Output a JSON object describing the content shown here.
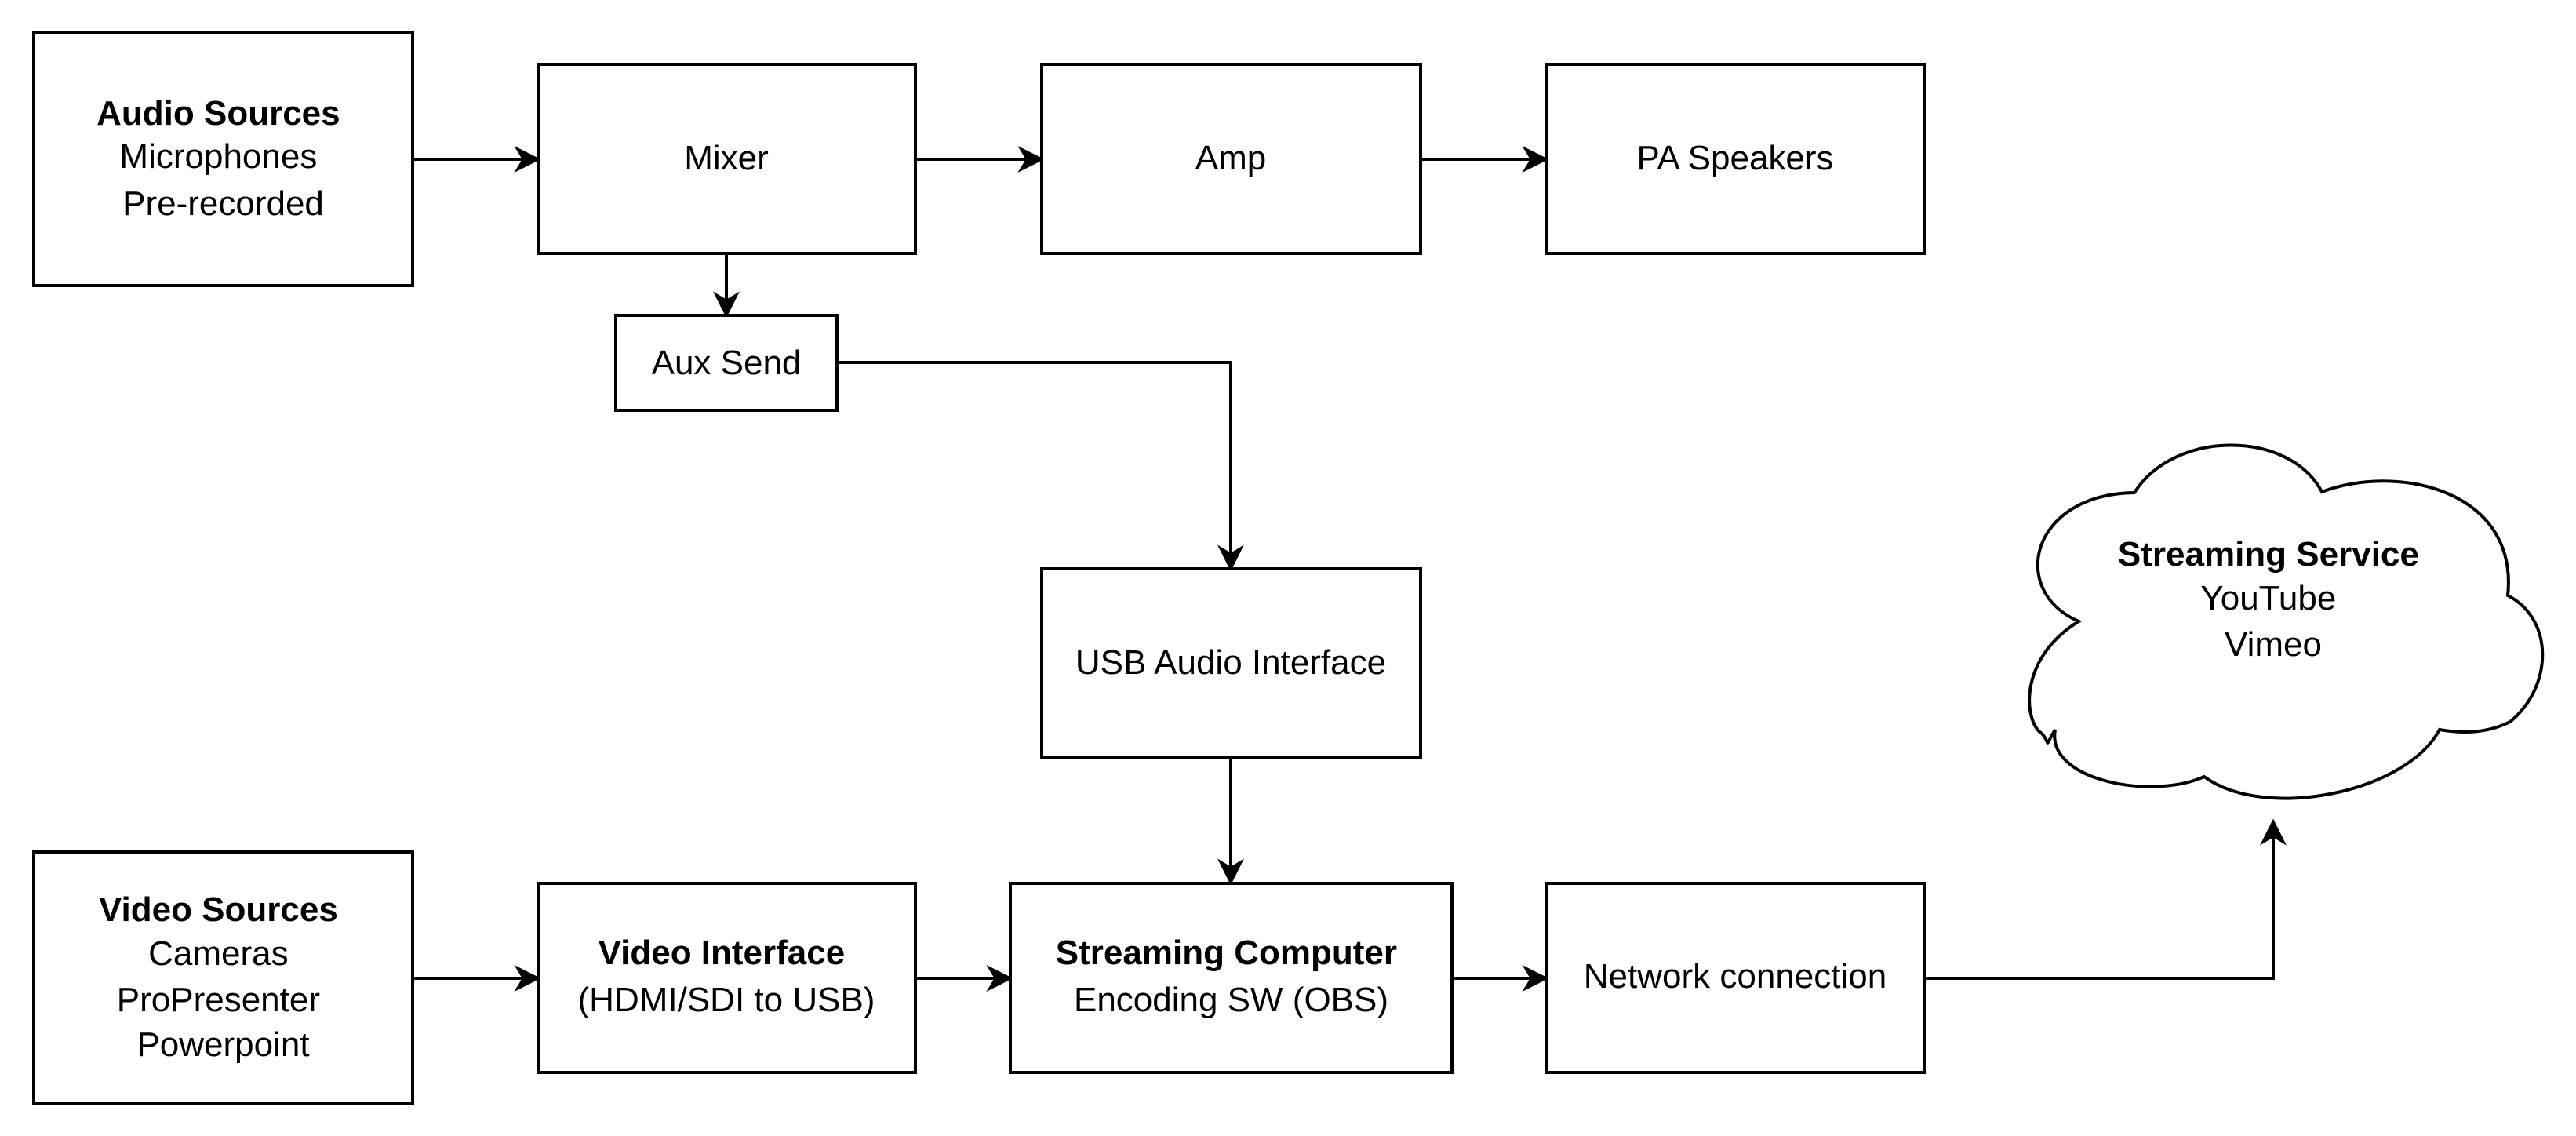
{
  "colors": {
    "stroke": "#000000",
    "background": "#ffffff",
    "text": "#000000"
  },
  "nodes": {
    "audio_sources": {
      "title": "Audio Sources",
      "lines": [
        "Microphones",
        "Pre-recorded"
      ]
    },
    "mixer": {
      "lines": [
        "Mixer"
      ]
    },
    "amp": {
      "lines": [
        "Amp"
      ]
    },
    "pa_speakers": {
      "lines": [
        "PA Speakers"
      ]
    },
    "aux_send": {
      "lines": [
        "Aux Send"
      ]
    },
    "usb_audio_interface": {
      "lines": [
        "USB Audio Interface"
      ]
    },
    "video_sources": {
      "title": "Video Sources",
      "lines": [
        "Cameras",
        "ProPresenter",
        "Powerpoint"
      ]
    },
    "video_interface": {
      "title": "Video Interface",
      "lines": [
        "(HDMI/SDI to USB)"
      ]
    },
    "streaming_computer": {
      "title": "Streaming Computer",
      "lines": [
        "Encoding SW (OBS)"
      ]
    },
    "network_connection": {
      "lines": [
        "Network connection"
      ]
    },
    "streaming_service": {
      "title": "Streaming Service",
      "lines": [
        "YouTube",
        "Vimeo"
      ],
      "shape": "cloud"
    }
  },
  "edges": [
    {
      "from": "audio_sources",
      "to": "mixer"
    },
    {
      "from": "mixer",
      "to": "amp"
    },
    {
      "from": "amp",
      "to": "pa_speakers"
    },
    {
      "from": "mixer",
      "to": "aux_send"
    },
    {
      "from": "aux_send",
      "to": "usb_audio_interface"
    },
    {
      "from": "usb_audio_interface",
      "to": "streaming_computer"
    },
    {
      "from": "video_sources",
      "to": "video_interface"
    },
    {
      "from": "video_interface",
      "to": "streaming_computer"
    },
    {
      "from": "streaming_computer",
      "to": "network_connection"
    },
    {
      "from": "network_connection",
      "to": "streaming_service"
    }
  ]
}
